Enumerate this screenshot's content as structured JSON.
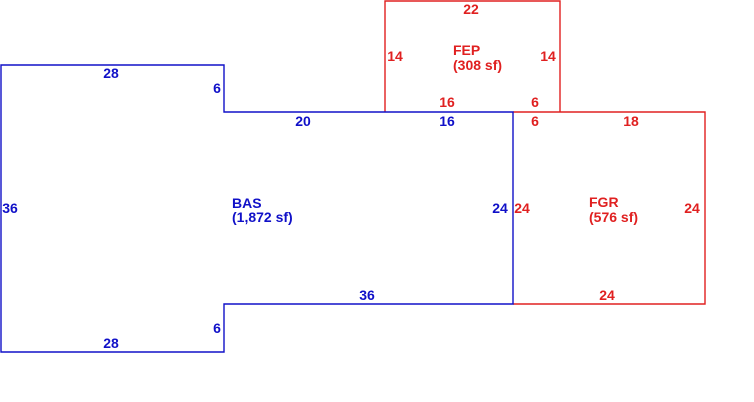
{
  "colors": {
    "bas": "#1010c8",
    "fgr": "#e02020",
    "fep": "#e02020",
    "background": "#ffffff"
  },
  "areas": {
    "bas": {
      "code": "BAS",
      "area": "(1,872 sf)",
      "dims": {
        "top_left": "28",
        "notch_top": "6",
        "top_mid": "20",
        "top_right": "16",
        "left": "36",
        "right": "24",
        "bottom_mid": "36",
        "notch_bottom": "6",
        "bottom_left": "28"
      }
    },
    "fep": {
      "code": "FEP",
      "area": "(308 sf)",
      "dims": {
        "top": "22",
        "left": "14",
        "right": "14",
        "bottom": "16",
        "bottom_right": "6"
      }
    },
    "fgr": {
      "code": "FGR",
      "area": "(576 sf)",
      "dims": {
        "top_left": "6",
        "top": "18",
        "left": "24",
        "right": "24",
        "bottom": "24"
      }
    }
  }
}
